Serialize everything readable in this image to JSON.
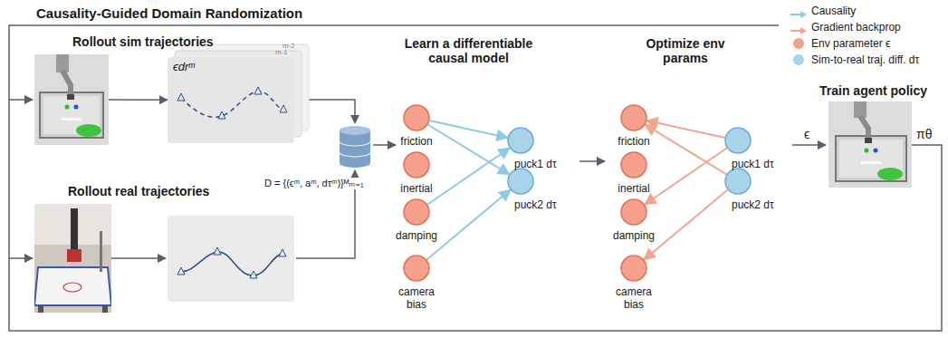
{
  "diagram": {
    "title": "Causality-Guided Domain Randomization",
    "nodes": [
      {
        "text": [
          "Rollout sim trajectories"
        ]
      },
      {
        "text": [
          "Rollout real trajectories"
        ]
      },
      {
        "text": [
          "ϵdrᵐ"
        ]
      },
      {
        "text": [
          "friction"
        ]
      },
      {
        "text": [
          "inertial"
        ]
      },
      {
        "text": [
          "damping"
        ]
      },
      {
        "text": [
          "camera bias"
        ]
      },
      {
        "text": [
          "puck1 dτ"
        ]
      },
      {
        "text": [
          "puck2 dτ"
        ]
      },
      {
        "text": [
          "friction"
        ]
      },
      {
        "text": [
          "inertial"
        ]
      },
      {
        "text": [
          "damping"
        ]
      },
      {
        "text": [
          "camera bias"
        ]
      },
      {
        "text": [
          "puck1 dτ"
        ]
      },
      {
        "text": [
          "puck2 dτ"
        ]
      },
      {
        "text": [
          "Train agent policy"
        ]
      }
    ],
    "edges": [
      {
        "from": 0,
        "to": 2,
        "arrow": "to"
      },
      {
        "from": 3,
        "to": 7,
        "arrow": "to"
      },
      {
        "from": 3,
        "to": 8,
        "arrow": "to"
      },
      {
        "from": 5,
        "to": 7,
        "arrow": "to"
      },
      {
        "from": 6,
        "to": 8,
        "arrow": "to"
      },
      {
        "from": 13,
        "to": 9,
        "arrow": "to"
      },
      {
        "from": 14,
        "to": 9,
        "arrow": "to"
      },
      {
        "from": 13,
        "to": 11,
        "arrow": "to"
      },
      {
        "from": 14,
        "to": 12,
        "arrow": "to"
      }
    ],
    "labels": [
      "m-2",
      "m-1",
      "D = {(ϵᵐ, aᵐ, dτᵐ)}ᴹₘ₌₁",
      "Learn a differentiable causal model",
      "Optimize env params",
      "ϵ",
      "πθ"
    ],
    "legend": [
      {
        "text": "Causality"
      },
      {
        "text": "Gradient backprop"
      },
      {
        "text": "Env parameter ϵ",
        "color": "#f4a08c"
      },
      {
        "text": "Sim-to-real traj. diff. dτ",
        "color": "#a8d4ea"
      }
    ]
  }
}
